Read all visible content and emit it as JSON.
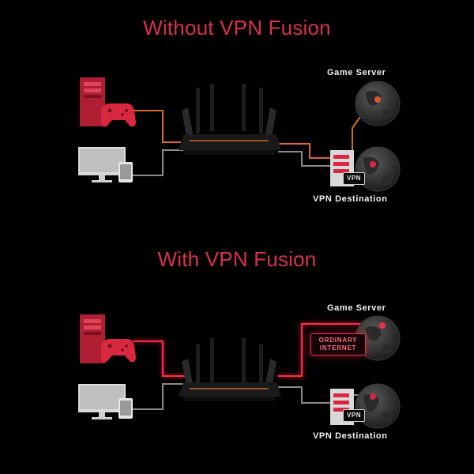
{
  "colors": {
    "title": "#d9314c",
    "accent_red": "#c9203a",
    "orange_line": "#d56a2a",
    "gray_line": "#8a8a8a",
    "glow_red": "#ff2a4a"
  },
  "top": {
    "title": "Without VPN Fusion",
    "game_server_label": "Game Server",
    "vpn_destination_label": "VPN Destination",
    "vpn_badge": "VPN"
  },
  "bottom": {
    "title": "With VPN Fusion",
    "game_server_label": "Game Server",
    "vpn_destination_label": "VPN Destination",
    "vpn_badge": "VPN",
    "ordinary_internet": [
      "ORDINARY",
      "INTERNET"
    ]
  },
  "icons": [
    "desktop-tower-icon",
    "gamepad-icon",
    "monitor-icon",
    "tablet-icon",
    "router-icon",
    "globe-icon",
    "vpn-server-icon"
  ]
}
